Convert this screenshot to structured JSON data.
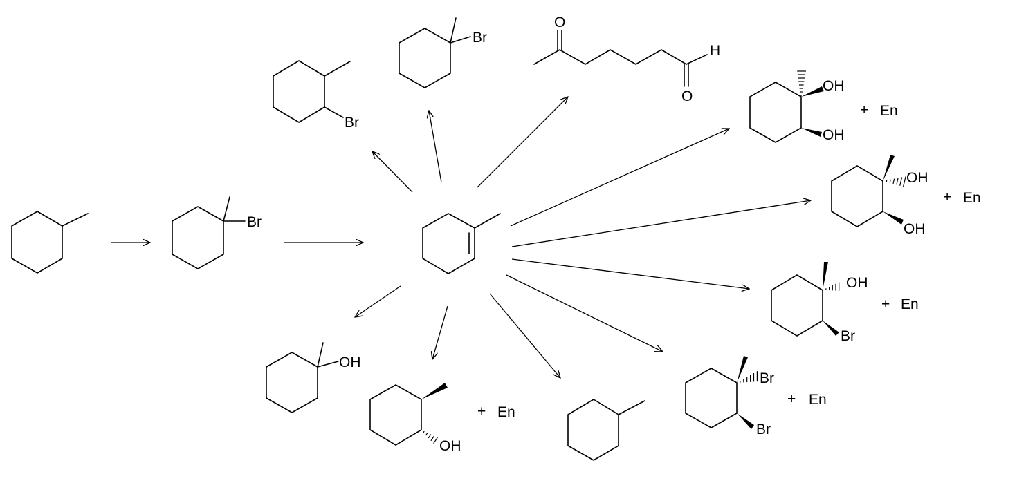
{
  "labels": {
    "br": "Br",
    "oh": "OH",
    "o": "O",
    "h": "H",
    "plus": "+",
    "en": "En"
  },
  "colors": {
    "ink": "#000000",
    "background": "#ffffff"
  }
}
